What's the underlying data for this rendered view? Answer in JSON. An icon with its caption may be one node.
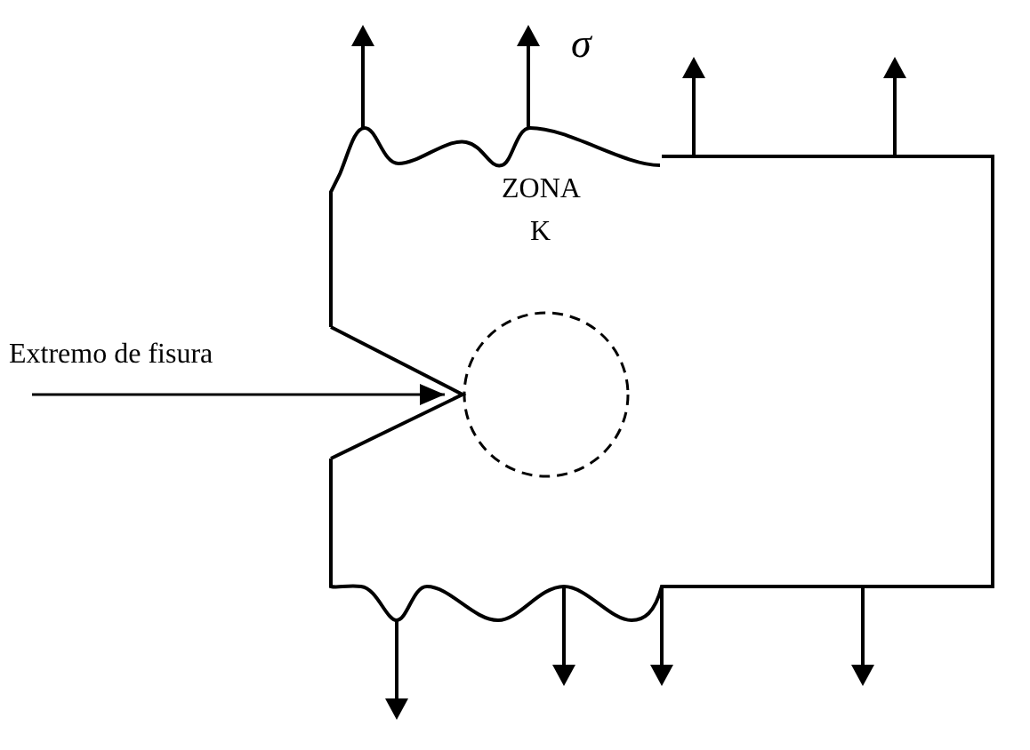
{
  "diagram": {
    "nodes": [
      {
        "text": [
          "Extremo de fisura"
        ]
      },
      {
        "text": [],
        "shape": "circle"
      }
    ],
    "edges": [
      {
        "from": 0,
        "to": 1,
        "arrow": "to"
      }
    ],
    "labels": [
      "σ",
      "ZONA K"
    ]
  }
}
